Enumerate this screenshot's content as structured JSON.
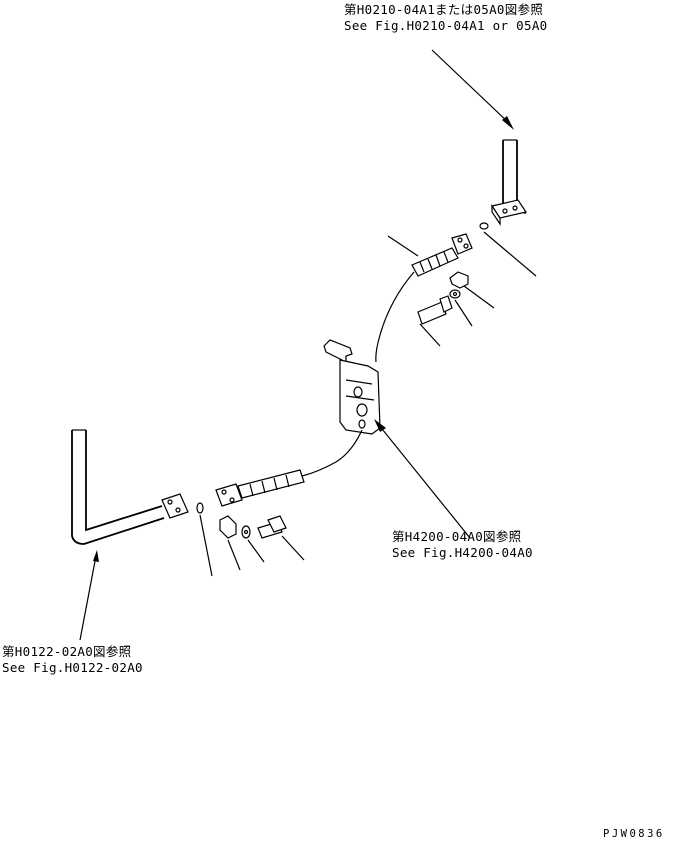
{
  "callouts": {
    "top_jp": "第H0210-04A1または05A0図参照",
    "top_en": "See Fig.H0210-04A1 or 05A0",
    "middle_jp": "第H4200-04A0図参照",
    "middle_en": "See Fig.H4200-04A0",
    "left_jp": "第H0122-02A0図参照",
    "left_en": "See Fig.H0122-02A0"
  },
  "drawing_code": "PJW0836"
}
